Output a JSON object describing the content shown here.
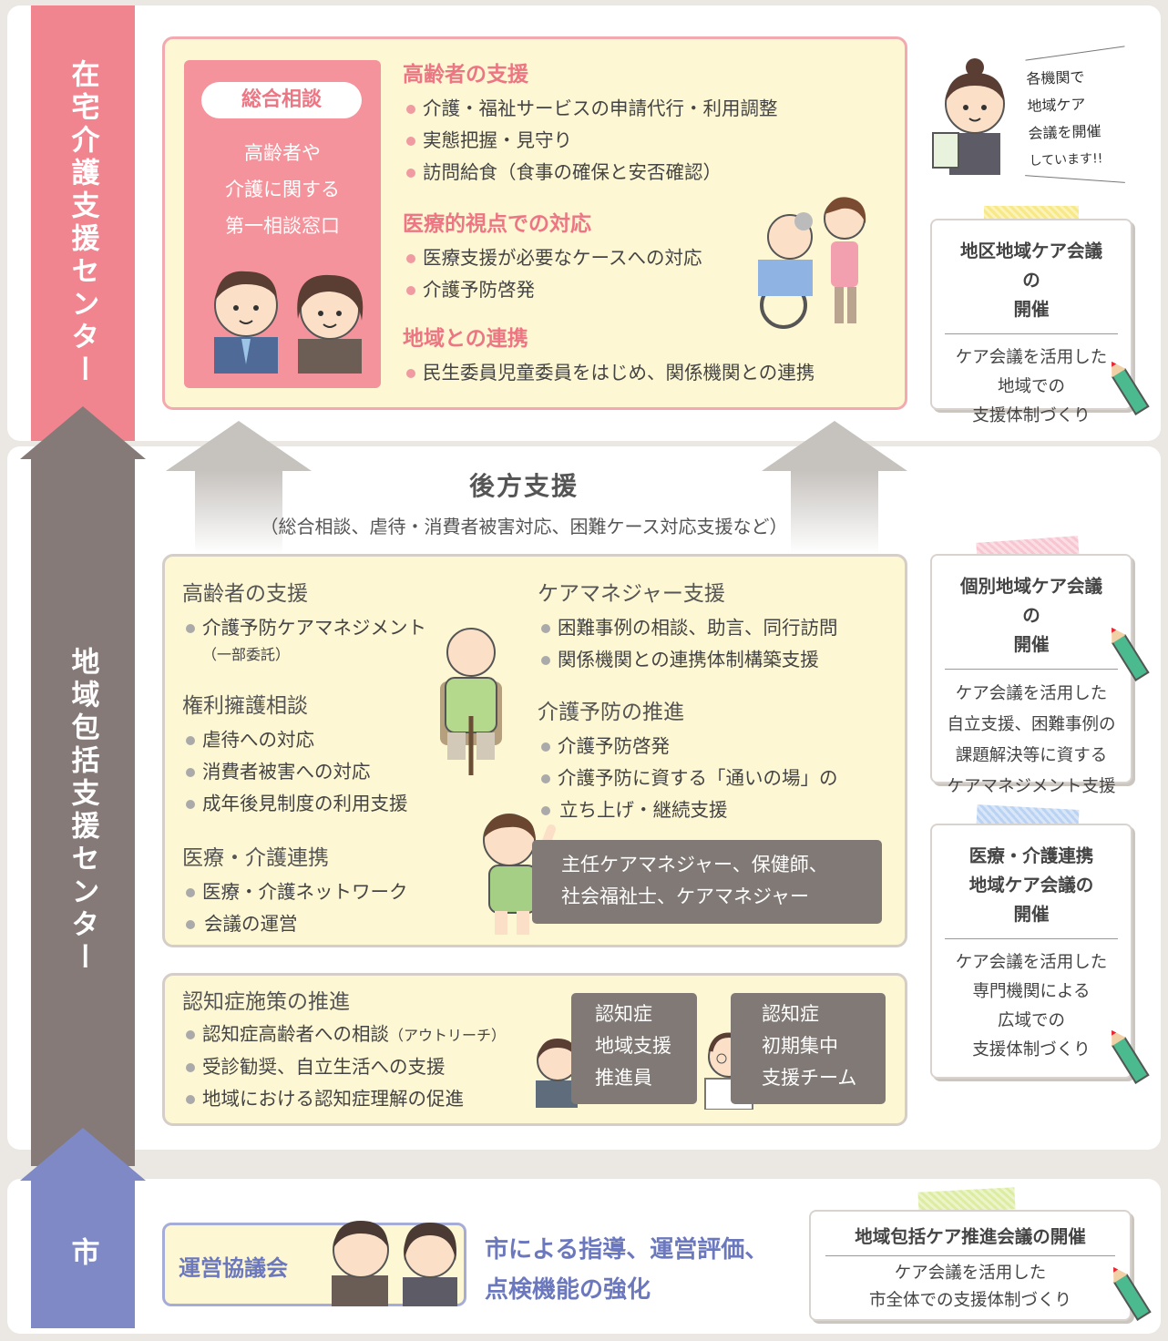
{
  "colors": {
    "pink": "#ec7683",
    "band_pink": "#f08590",
    "band_gray": "#857a77",
    "band_blue": "#7e89c6",
    "cream": "#fdf7d3"
  },
  "zaitaku": {
    "band_label": "在宅介護支援センター",
    "consult_title": "総合相談",
    "consult_text": [
      "高齢者や",
      "介護に関する",
      "第一相談窓口"
    ],
    "sections": [
      {
        "heading": "高齢者の支援",
        "items": [
          "介護・福祉サービスの申請代行・利用調整",
          "実態把握・見守り",
          "訪問給食（食事の確保と安否確認）"
        ]
      },
      {
        "heading": "医療的視点での対応",
        "items": [
          "医療支援が必要なケースへの対応",
          "介護予防啓発"
        ]
      },
      {
        "heading": "地域との連携",
        "items": [
          "民生委員児童委員をはじめ、関係機関との連携"
        ]
      }
    ],
    "speech": [
      "各機関で",
      "地域ケア",
      "会議を開催",
      "しています!!"
    ],
    "card": {
      "title": [
        "地区地域ケア会議の",
        "開催"
      ],
      "desc": [
        "ケア会議を活用した",
        "地域での",
        "支援体制づくり"
      ]
    }
  },
  "houkatsu": {
    "band_label": "地域包括支援センター",
    "backup_title": "後方支援",
    "backup_sub": "（総合相談、虐待・消費者被害対応、困難ケース対応支援など）",
    "left": [
      {
        "heading": "高齢者の支援",
        "items": [
          "介護予防ケアマネジメント"
        ],
        "sub": "（一部委託）"
      },
      {
        "heading": "権利擁護相談",
        "items": [
          "虐待への対応",
          "消費者被害への対応",
          "成年後見制度の利用支援"
        ]
      },
      {
        "heading": "医療・介護連携",
        "items": [
          "医療・介護ネットワーク",
          "会議の運営"
        ]
      }
    ],
    "right": [
      {
        "heading": "ケアマネジャー支援",
        "items": [
          "困難事例の相談、助言、同行訪問",
          "関係機関との連携体制構築支援"
        ]
      },
      {
        "heading": "介護予防の推進",
        "items": [
          "介護予防啓発",
          "介護予防に資する「通いの場」の",
          "立ち上げ・継続支援"
        ]
      }
    ],
    "staff": [
      "主任ケアマネジャー、保健師、",
      "社会福祉士、ケアマネジャー"
    ],
    "dementia": {
      "heading": "認知症施策の推進",
      "items": [
        "認知症高齢者への相談",
        "受診勧奨、自立生活への支援",
        "地域における認知症理解の促進"
      ],
      "item0_note": "（アウトリーチ）",
      "box1": [
        "認知症",
        "地域支援",
        "推進員"
      ],
      "box2": [
        "認知症",
        "初期集中",
        "支援チーム"
      ]
    },
    "card1": {
      "title": [
        "個別地域ケア会議の",
        "開催"
      ],
      "desc": [
        "ケア会議を活用した",
        "自立支援、困難事例の",
        "課題解決等に資する",
        "ケアマネジメント支援"
      ]
    },
    "card2": {
      "title": [
        "医療・介護連携",
        "地域ケア会議の",
        "開催"
      ],
      "desc": [
        "ケア会議を活用した",
        "専門機関による",
        "広域での",
        "支援体制づくり"
      ]
    }
  },
  "city": {
    "band_label": "市",
    "council": "運営協議会",
    "text": [
      "市による指導、運営評価、",
      "点検機能の強化"
    ],
    "card": {
      "title": "地域包括ケア推進会議の開催",
      "desc": [
        "ケア会議を活用した",
        "市全体での支援体制づくり"
      ]
    }
  }
}
